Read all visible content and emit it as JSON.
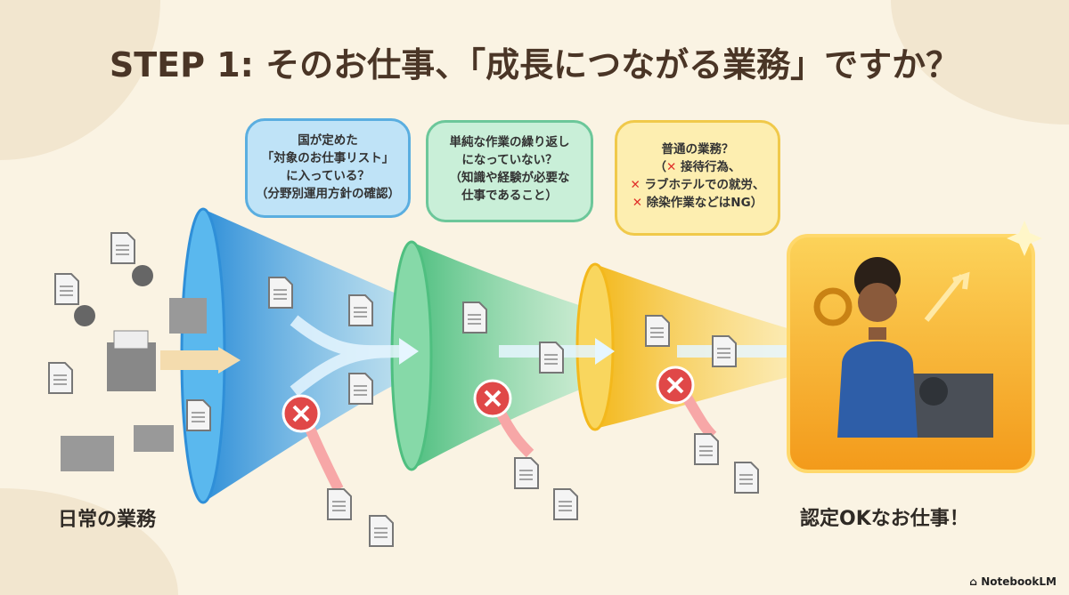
{
  "title": "STEP 1: そのお仕事、「成長につながる業務」ですか？",
  "bubbles": [
    {
      "lines": [
        "国が定めた",
        "「対象のお仕事リスト」",
        "に入っている？",
        "（分野別運用方針の確認）"
      ],
      "color": "#bfe3f7",
      "border": "#5aaee0"
    },
    {
      "lines": [
        "単純な作業の繰り返し",
        "になっていない？",
        "（知識や経験が必要な",
        "仕事であること）"
      ],
      "color": "#c9efd8",
      "border": "#6cc79a"
    },
    {
      "lines": [
        "普通の業務？",
        "（✕ 接待行為、",
        "✕ ラブホテルでの就労、",
        "✕ 除染作業などはNG）"
      ],
      "color": "#fdeeb0",
      "border": "#f0c94a"
    }
  ],
  "left_label": "日常の業務",
  "right_label": "認定OKなお仕事！",
  "brand": "NotebookLM",
  "colors": {
    "blue": "#3aa6e6",
    "green": "#6fcf97",
    "yellow": "#f7c934",
    "reject": "#e04848",
    "box": "#f6a623"
  }
}
